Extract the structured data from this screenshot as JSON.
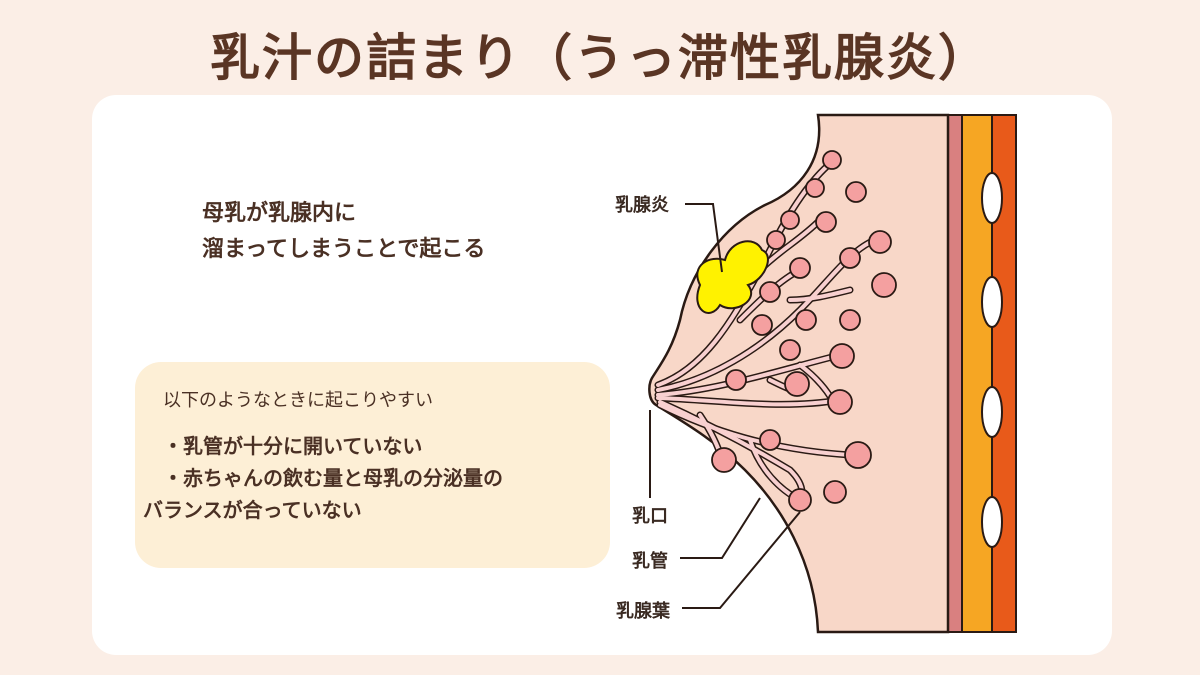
{
  "title": "乳汁の詰まり（うっ滞性乳腺炎）",
  "description": [
    "母乳が乳腺内に",
    "溜まってしまうことで起こる"
  ],
  "info": {
    "heading": "以下のようなときに起こりやすい",
    "items": [
      "乳管が十分に開いていない",
      "赤ちゃんの飲む量と母乳の分泌量の",
      "バランスが合っていない"
    ]
  },
  "labels": {
    "mastitis": "乳腺炎",
    "nipple": "乳口",
    "duct": "乳管",
    "lobule": "乳腺葉"
  },
  "colors": {
    "background": "#fbeee6",
    "tissue": "#f8d7c8",
    "lobule": "#f4a0a0",
    "inflammation": "#fff200",
    "muscle": "#f6a623",
    "rib": "#e85a1a"
  }
}
